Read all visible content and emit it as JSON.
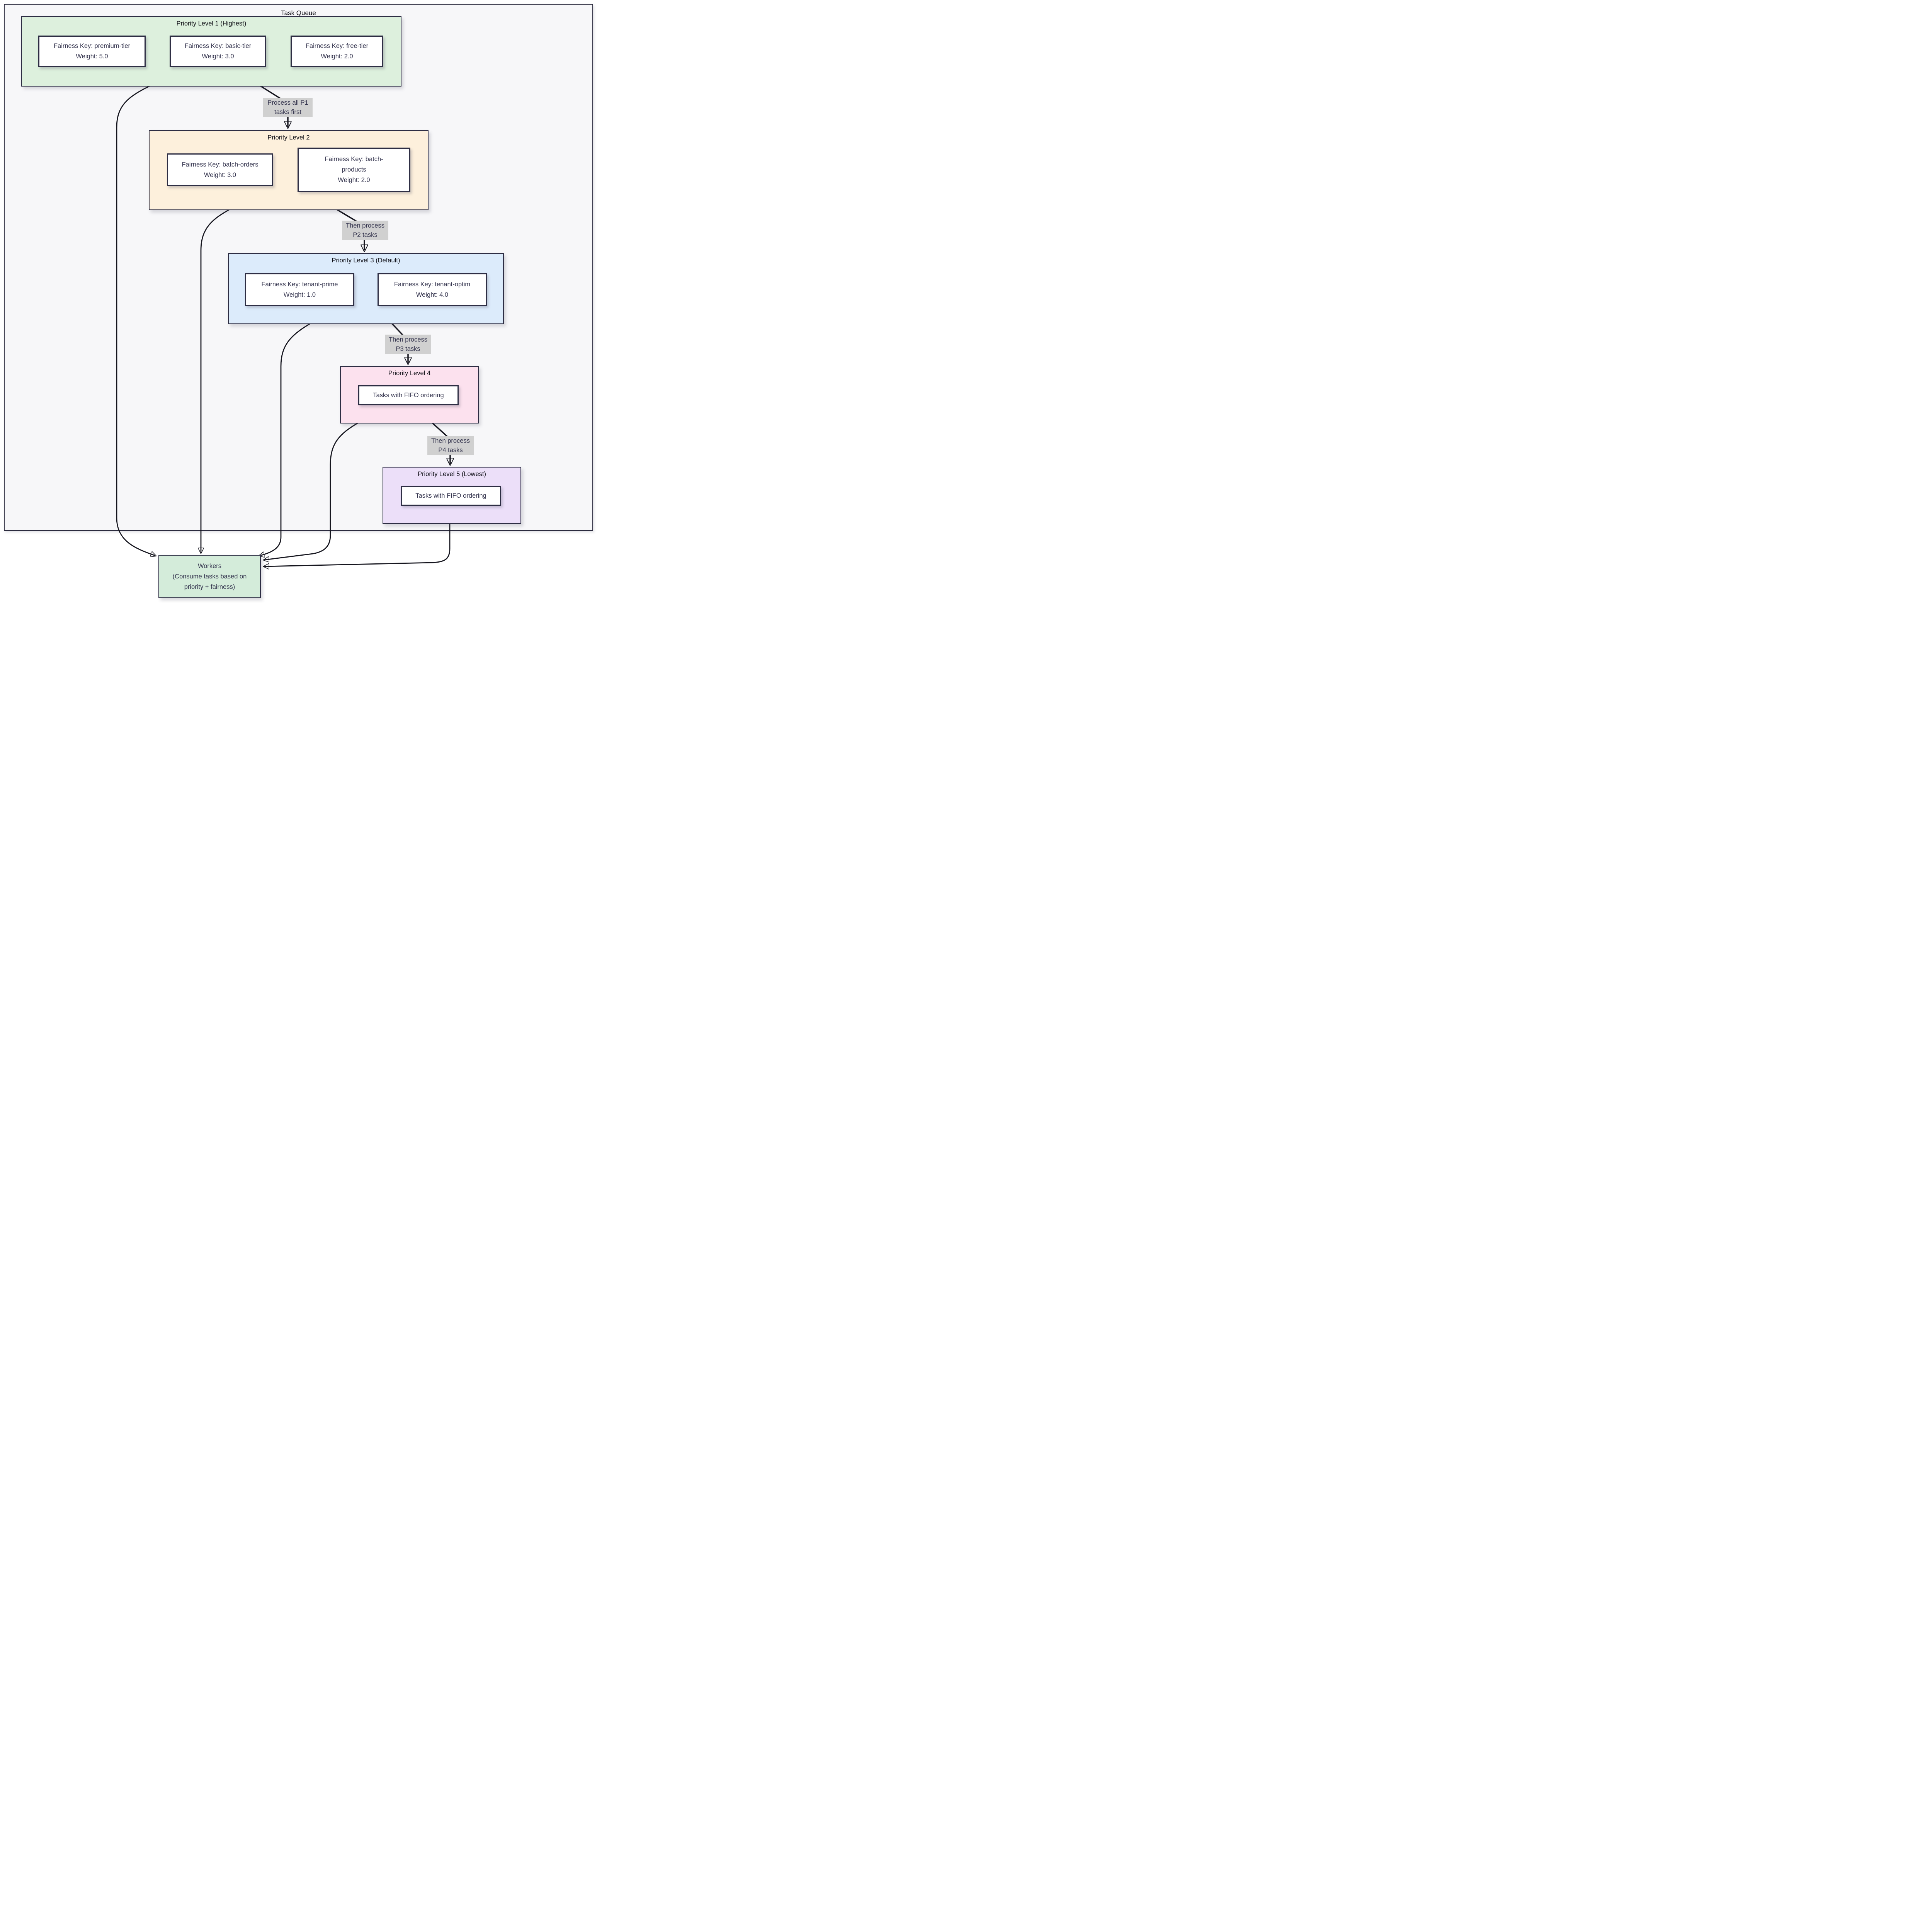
{
  "diagram": {
    "title": "Task Queue",
    "levels": [
      {
        "title": "Priority Level 1 (Highest)",
        "fill": "#ddf0dd",
        "items": [
          {
            "lines": [
              "Fairness Key: premium-tier",
              "Weight: 5.0"
            ]
          },
          {
            "lines": [
              "Fairness Key: basic-tier",
              "Weight: 3.0"
            ]
          },
          {
            "lines": [
              "Fairness Key: free-tier",
              "Weight: 2.0"
            ]
          }
        ]
      },
      {
        "title": "Priority Level 2",
        "fill": "#fdf0dc",
        "items": [
          {
            "lines": [
              "Fairness Key: batch-orders",
              "Weight: 3.0"
            ]
          },
          {
            "lines": [
              "Fairness Key: batch-",
              "products",
              "Weight: 2.0"
            ]
          }
        ]
      },
      {
        "title": "Priority Level 3 (Default)",
        "fill": "#dcebfb",
        "items": [
          {
            "lines": [
              "Fairness Key: tenant-prime",
              "Weight: 1.0"
            ]
          },
          {
            "lines": [
              "Fairness Key: tenant-optim",
              "Weight: 4.0"
            ]
          }
        ]
      },
      {
        "title": "Priority Level 4",
        "fill": "#fce1ee",
        "items": [
          {
            "lines": [
              "Tasks with FIFO ordering"
            ]
          }
        ]
      },
      {
        "title": "Priority Level 5 (Lowest)",
        "fill": "#ecdff9",
        "items": [
          {
            "lines": [
              "Tasks with FIFO ordering"
            ]
          }
        ]
      }
    ],
    "edge_labels": [
      {
        "lines": [
          "Process all P1",
          "tasks first"
        ]
      },
      {
        "lines": [
          "Then process",
          "P2 tasks"
        ]
      },
      {
        "lines": [
          "Then process",
          "P3 tasks"
        ]
      },
      {
        "lines": [
          "Then process",
          "P4 tasks"
        ]
      }
    ],
    "workers": {
      "lines": [
        "Workers",
        "(Consume tasks based on",
        "priority + fairness)"
      ]
    },
    "colors": {
      "level1_fill": "#ddf0dd",
      "level2_fill": "#fdf0dc",
      "level3_fill": "#dcebfb",
      "level4_fill": "#fce1ee",
      "level5_fill": "#ecdff9",
      "workers_fill": "#d4ecda",
      "node_fill": "#ffffff",
      "border": "#2e2e44",
      "edge_label_bg": "#d0d0d0",
      "container_fill": "#f7f7f9",
      "arrow": "#16161f",
      "text": "#33334d",
      "title_text": "#0d0d14"
    }
  }
}
